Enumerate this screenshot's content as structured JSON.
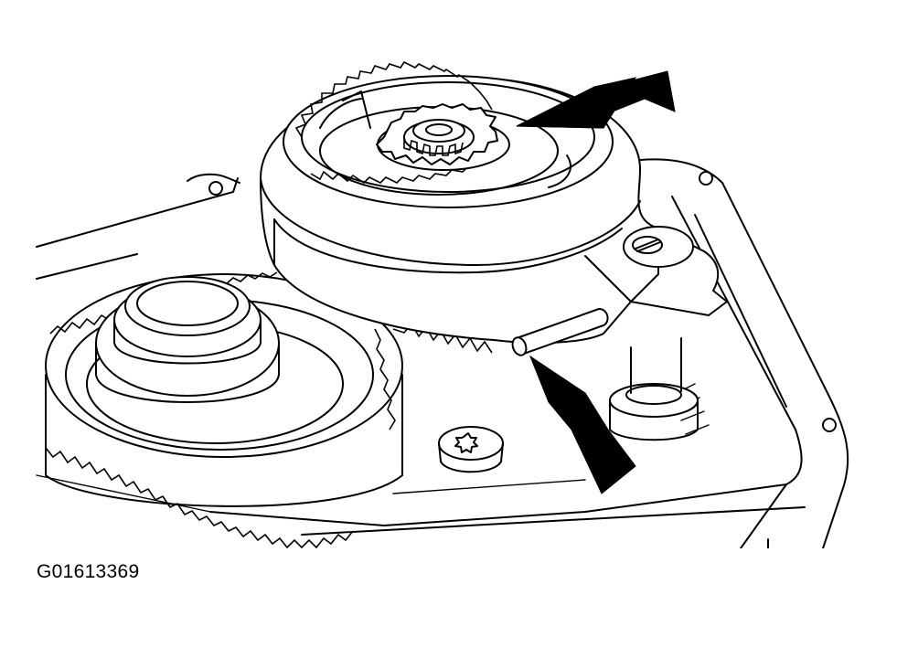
{
  "figure": {
    "id_label": "G01613369",
    "description_icons": [
      "transmission-housing",
      "output-gear",
      "differential-carrier",
      "retaining-pin",
      "torx-bolt",
      "indicator-arrow"
    ]
  },
  "colors": {
    "line": "#000000",
    "background": "#ffffff"
  }
}
